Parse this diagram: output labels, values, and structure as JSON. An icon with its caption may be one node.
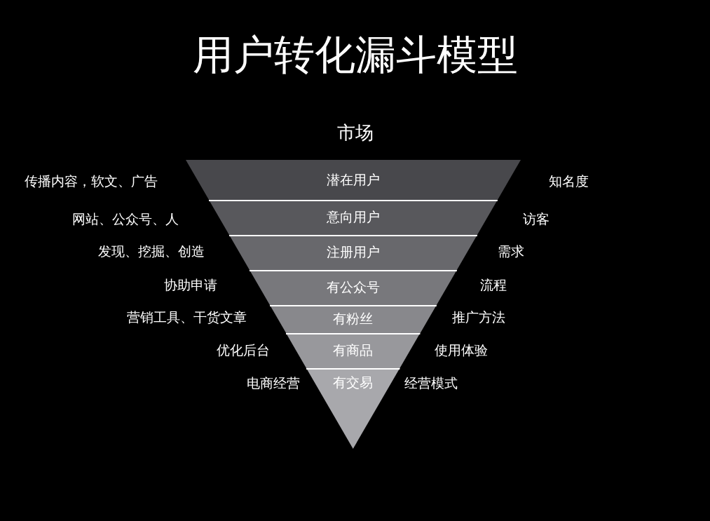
{
  "diagram": {
    "title": "用户转化漏斗模型",
    "nodes": [
      {
        "text": [
          "潜在用户"
        ]
      },
      {
        "text": [
          "意向用户"
        ]
      },
      {
        "text": [
          "注册用户"
        ]
      },
      {
        "text": [
          "有公众号"
        ]
      },
      {
        "text": [
          "有粉丝"
        ]
      },
      {
        "text": [
          "有商品"
        ]
      },
      {
        "text": [
          "有交易"
        ]
      }
    ],
    "labels": [
      "市场",
      "传播内容，软文、广告",
      "知名度",
      "网站、公众号、人",
      "访客",
      "发现、挖掘、创造",
      "需求",
      "协助申请",
      "流程",
      "营销工具、干货文章",
      "推广方法",
      "优化后台",
      "使用体验",
      "电商经营",
      "经营模式"
    ]
  }
}
